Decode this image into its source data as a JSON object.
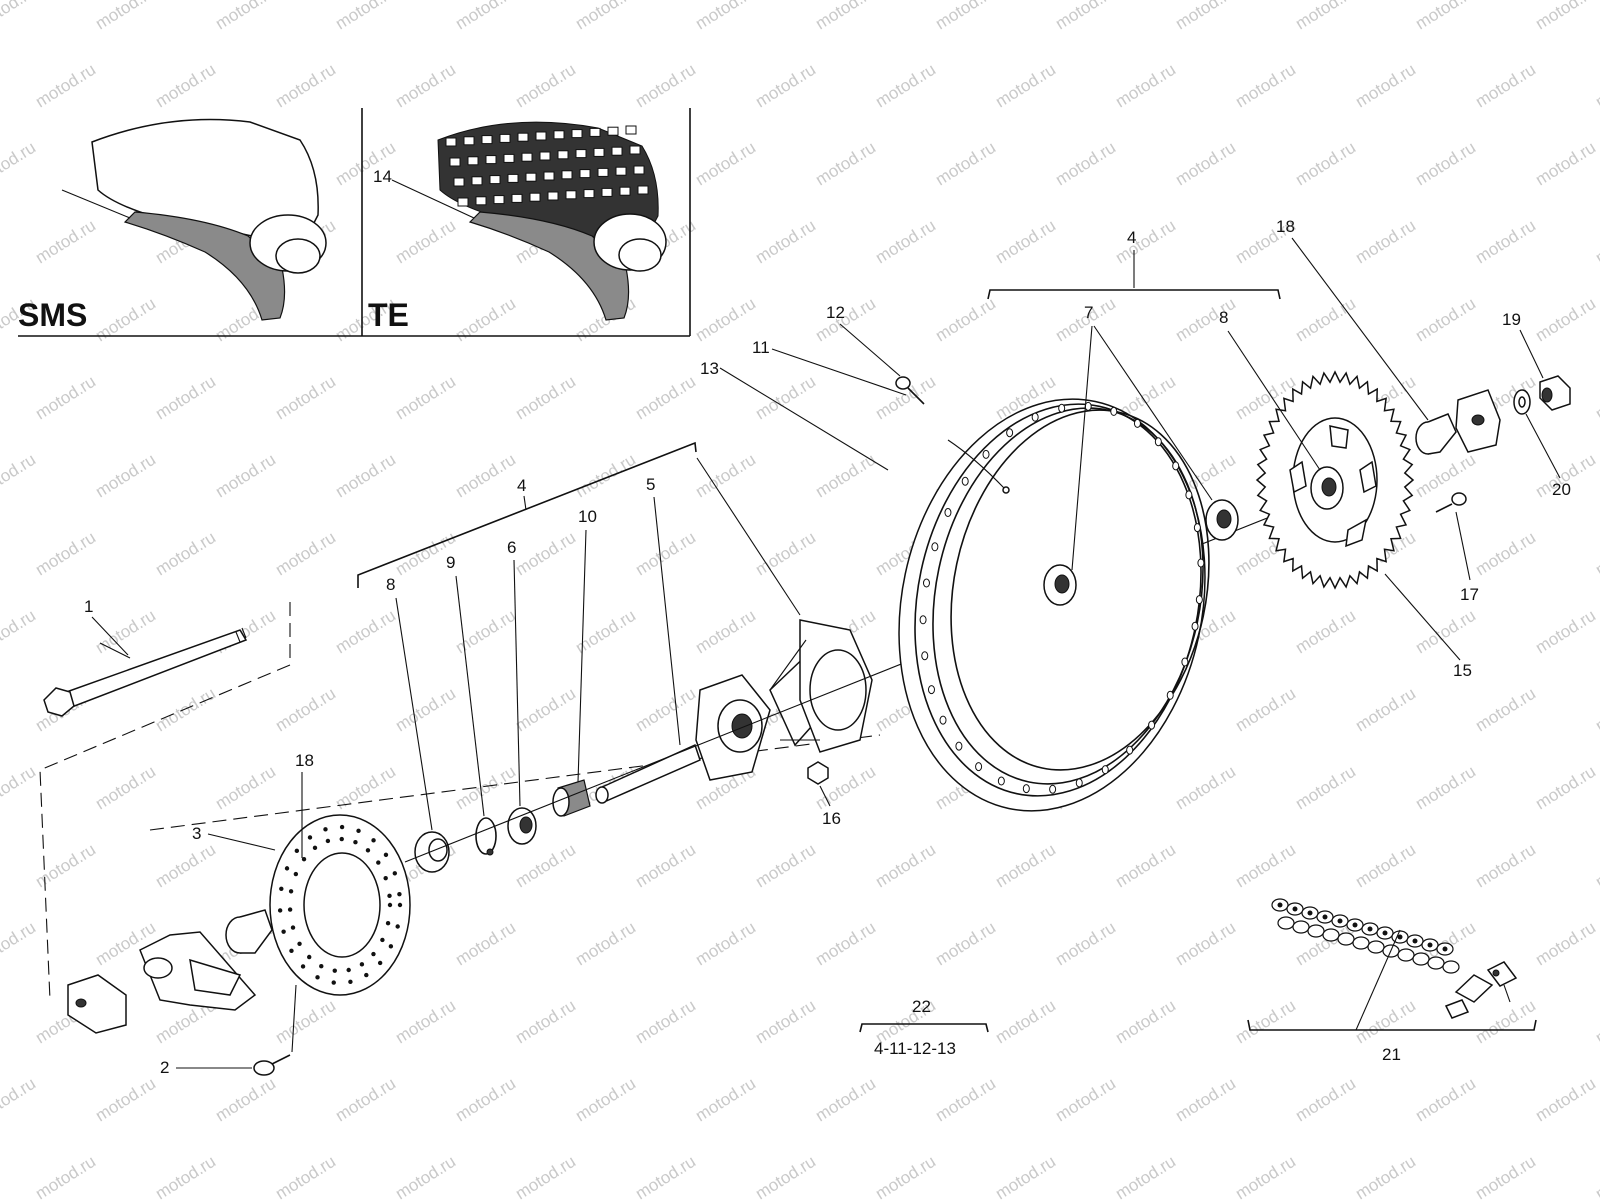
{
  "watermark": "motod.ru",
  "insets": [
    {
      "id": "sms",
      "label": "SMS",
      "tyre": "road"
    },
    {
      "id": "te",
      "label": "TE",
      "tyre": "knobby",
      "callout": "14"
    }
  ],
  "callouts": {
    "c1": "1",
    "c2": "2",
    "c3": "3",
    "c4a": "4",
    "c4b": "4",
    "c5": "5",
    "c6": "6",
    "c7": "7",
    "c8a": "8",
    "c8b": "8",
    "c9": "9",
    "c10": "10",
    "c11": "11",
    "c12": "12",
    "c13": "13",
    "c15": "15",
    "c16": "16",
    "c17": "17",
    "c18a": "18",
    "c18b": "18",
    "c19": "19",
    "c20": "20",
    "c21": "21",
    "c22": "22"
  },
  "kit": {
    "number": "22",
    "contents": "4-11-12-13"
  },
  "colors": {
    "ink": "#111111",
    "watermark": "#c9c9c9",
    "paper": "#ffffff"
  }
}
